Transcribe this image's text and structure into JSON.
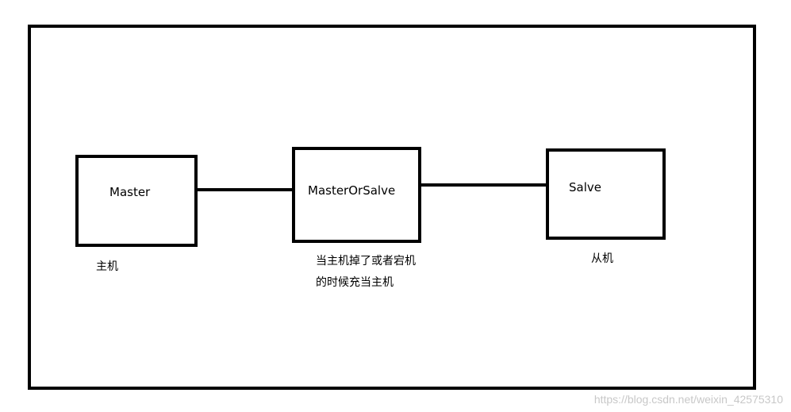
{
  "diagram": {
    "nodes": {
      "master": {
        "label": "Master",
        "caption": "主机"
      },
      "master_or_salve": {
        "label": "MasterOrSalve",
        "caption_line1": "当主机掉了或者宕机",
        "caption_line2": "的时候充当主机"
      },
      "salve": {
        "label": "Salve",
        "caption": "从机"
      }
    }
  },
  "watermark": "https://blog.csdn.net/weixin_42575310",
  "colors": {
    "stroke": "#000000",
    "background": "#ffffff",
    "watermark": "#c8c8c8"
  }
}
